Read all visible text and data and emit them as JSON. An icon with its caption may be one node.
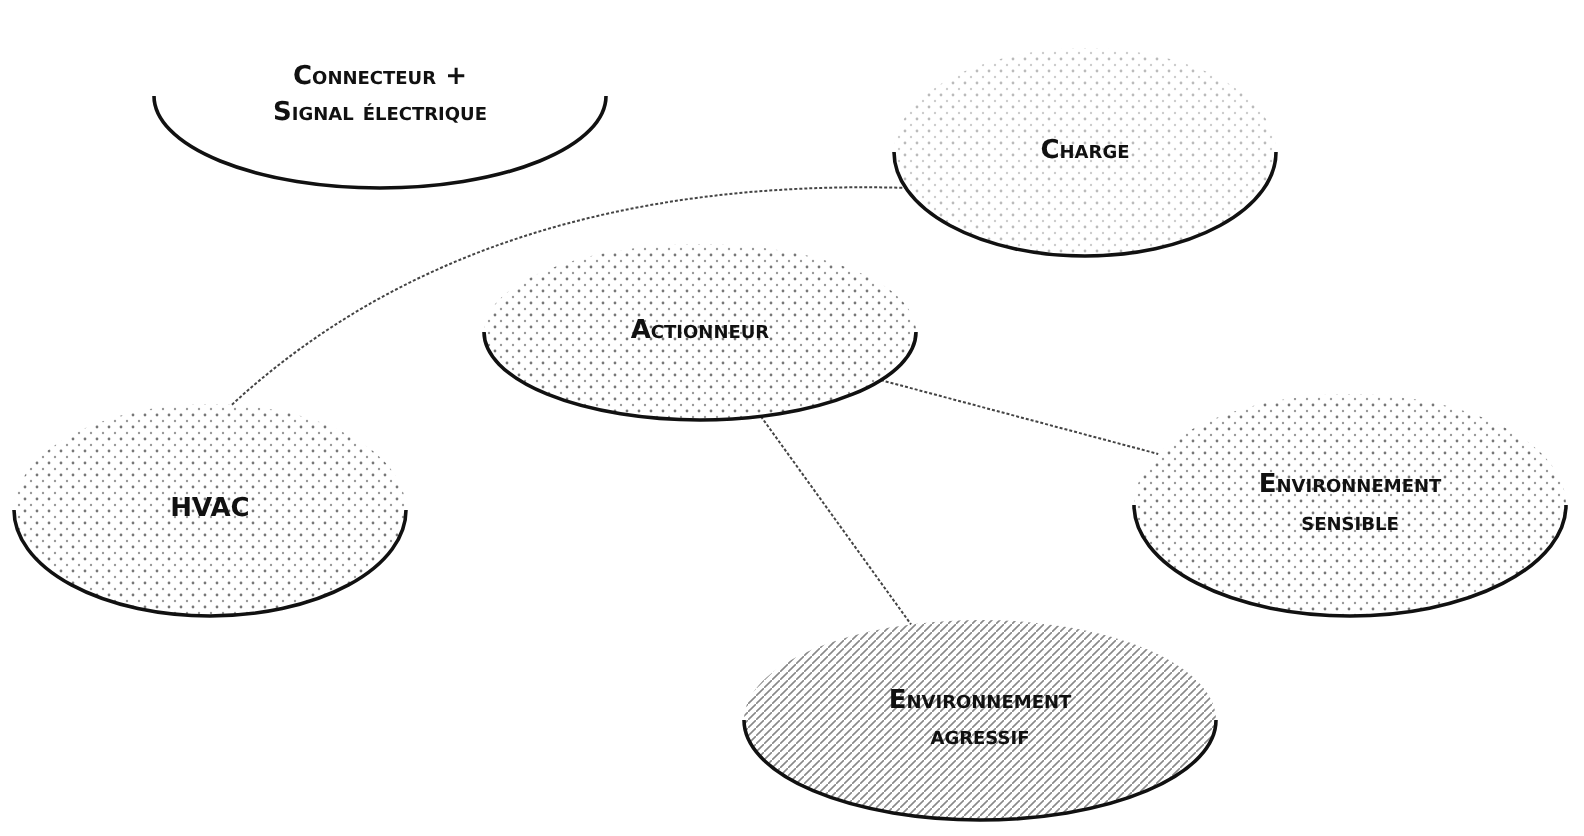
{
  "diagram": {
    "nodes": [
      {
        "text": [
          "Connecteur + Signal électrique"
        ]
      },
      {
        "text": [
          "Charge"
        ]
      },
      {
        "text": [
          "Actionneur"
        ]
      },
      {
        "text": [
          "HVAC"
        ]
      },
      {
        "text": [
          "Environnement sensible"
        ]
      },
      {
        "text": [
          "Environnement agressif"
        ]
      }
    ],
    "edges": [
      {
        "from": 3,
        "to": 1,
        "arrow": "none"
      },
      {
        "from": 2,
        "to": 4,
        "arrow": "none"
      },
      {
        "from": 2,
        "to": 5,
        "arrow": "none"
      }
    ]
  }
}
